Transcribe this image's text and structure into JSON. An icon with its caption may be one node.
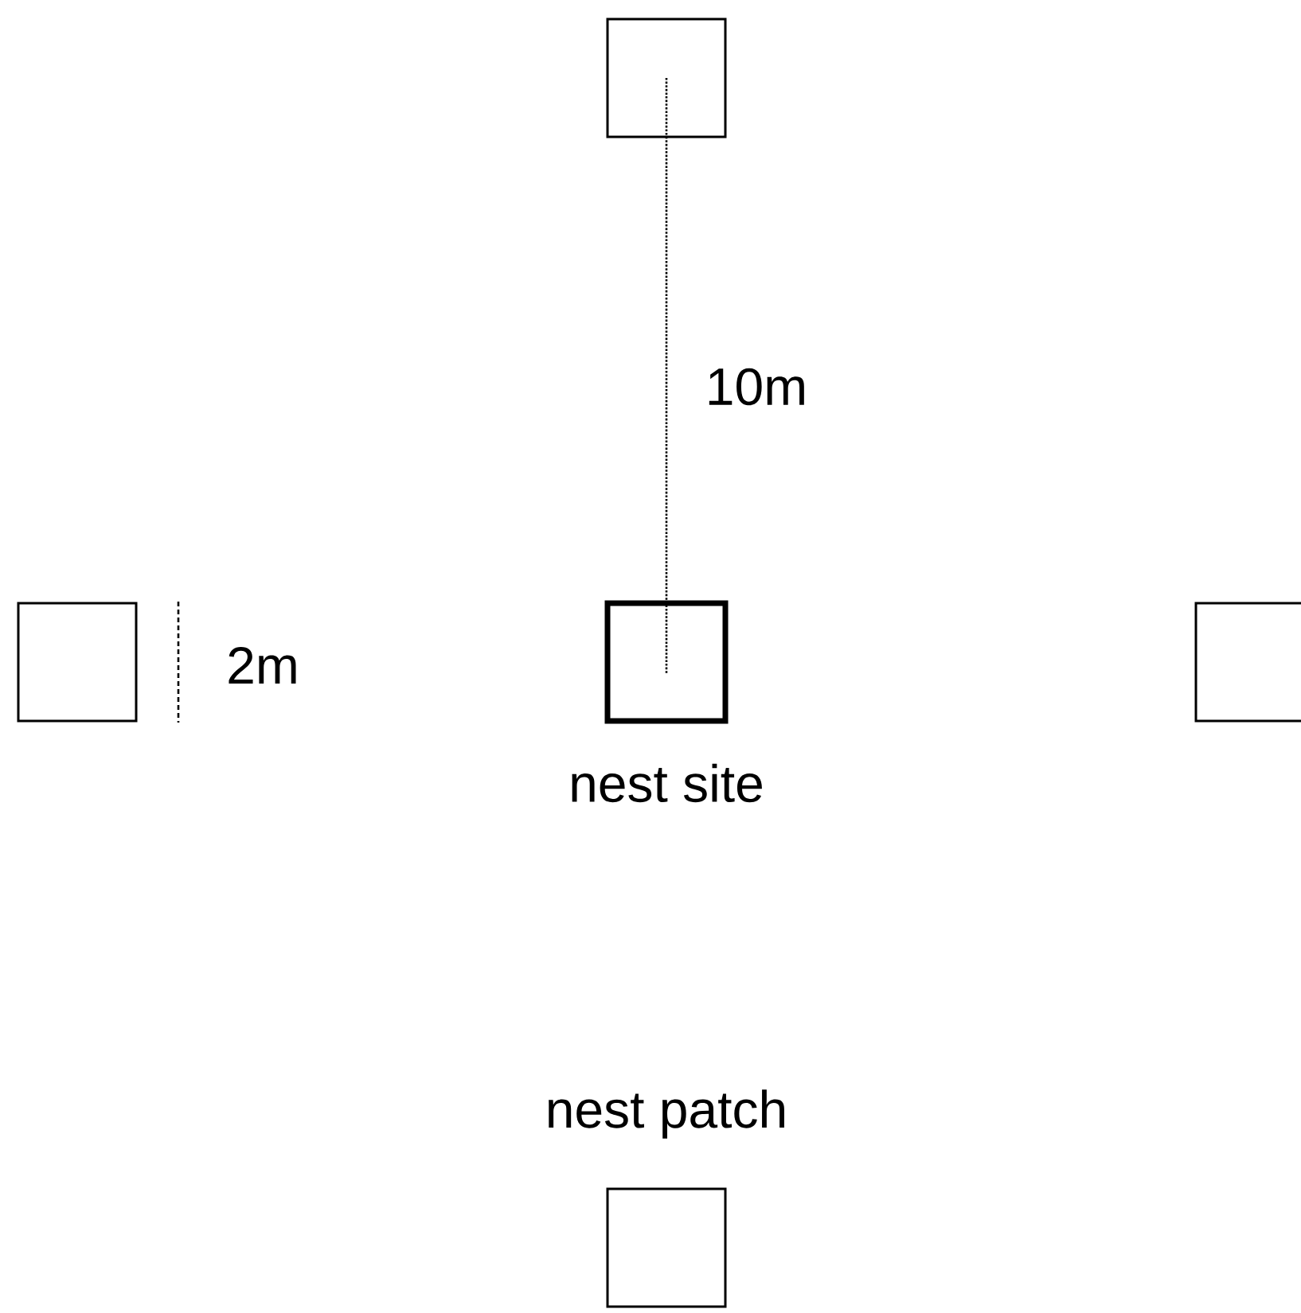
{
  "diagram": {
    "nodes": [
      {
        "text": [],
        "shape": "box"
      },
      {
        "text": [],
        "shape": "box"
      },
      {
        "text": [],
        "shape": "box",
        "beside": [
          "nest site"
        ]
      },
      {
        "text": [],
        "shape": "box"
      },
      {
        "text": [],
        "shape": "box",
        "beside": [
          "nest patch"
        ]
      }
    ],
    "labels": [
      "10m",
      "2m"
    ]
  }
}
